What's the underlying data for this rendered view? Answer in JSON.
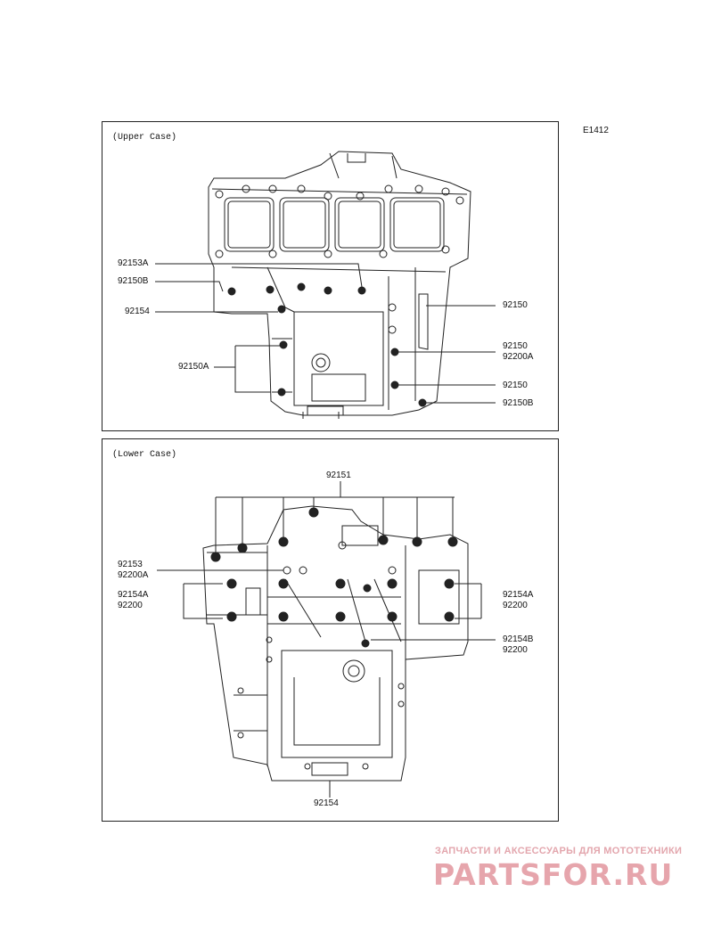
{
  "diagram_code": "E1412",
  "upper_case": {
    "title": "(Upper Case)",
    "labels": {
      "l_92153A": "92153A",
      "l_92150B_left": "92150B",
      "l_92154": "92154",
      "l_92150A": "92150A",
      "r_92150_1": "92150",
      "r_92150_92200A": "92150\n92200A",
      "r_92150_3": "92150",
      "r_92150B": "92150B"
    }
  },
  "lower_case": {
    "title": "(Lower Case)",
    "labels": {
      "top_92151": "92151",
      "l_92153_92200A": "92153\n92200A",
      "l_92154A_92200": "92154A\n92200",
      "r_92154A_92200": "92154A\n92200",
      "r_92154B_92200": "92154B\n92200",
      "bottom_92154": "92154"
    }
  },
  "watermark": {
    "tagline": "ЗАПЧАСТИ И АКСЕССУАРЫ ДЛЯ МОТОТЕХНИКИ",
    "brand": "PARTSFOR.RU",
    "color": "#e6a5ac"
  }
}
